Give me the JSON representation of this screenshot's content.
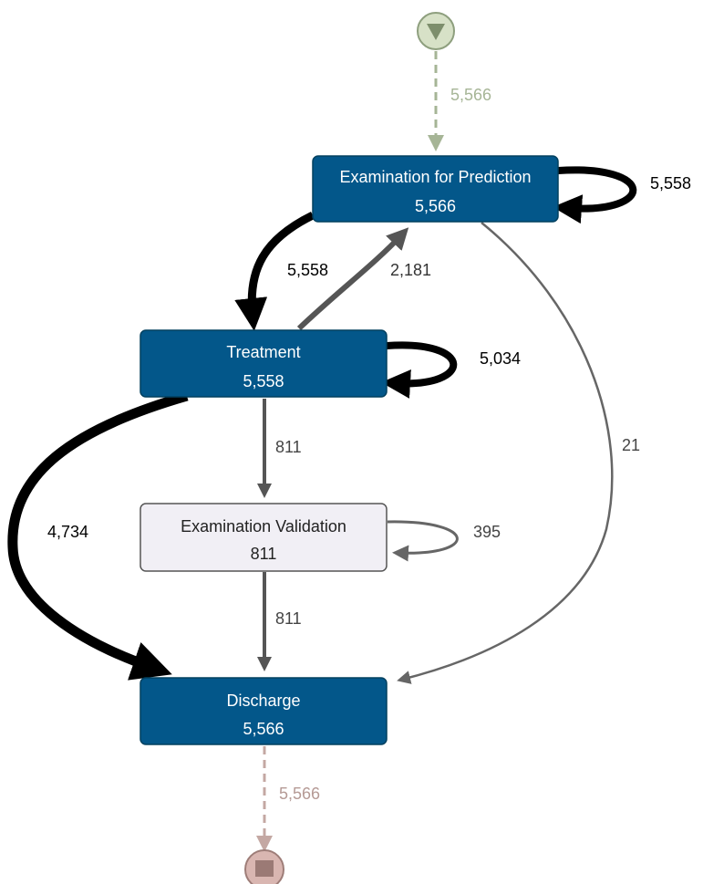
{
  "colors": {
    "node_dark": "#03578A",
    "node_light": "#F1EFF5",
    "start": "#A6B596",
    "end": "#C4A8A3",
    "edge_heavy": "#000000",
    "edge_medium": "#555555",
    "edge_light": "#666666"
  },
  "start_icon": "triangle-down-icon",
  "end_icon": "square-stop-icon",
  "nodes": {
    "examination_prediction": {
      "title": "Examination for Prediction",
      "count": "5,566"
    },
    "treatment": {
      "title": "Treatment",
      "count": "5,558"
    },
    "examination_validation": {
      "title": "Examination Validation",
      "count": "811"
    },
    "discharge": {
      "title": "Discharge",
      "count": "5,566"
    }
  },
  "edges": {
    "start_to_exam": "5,566",
    "exam_self": "5,558",
    "exam_to_treatment": "5,558",
    "treatment_to_exam": "2,181",
    "exam_to_discharge": "21",
    "treatment_self": "5,034",
    "treatment_to_validation": "811",
    "treatment_to_discharge": "4,734",
    "validation_self": "395",
    "validation_to_discharge": "811",
    "discharge_to_end": "5,566"
  }
}
